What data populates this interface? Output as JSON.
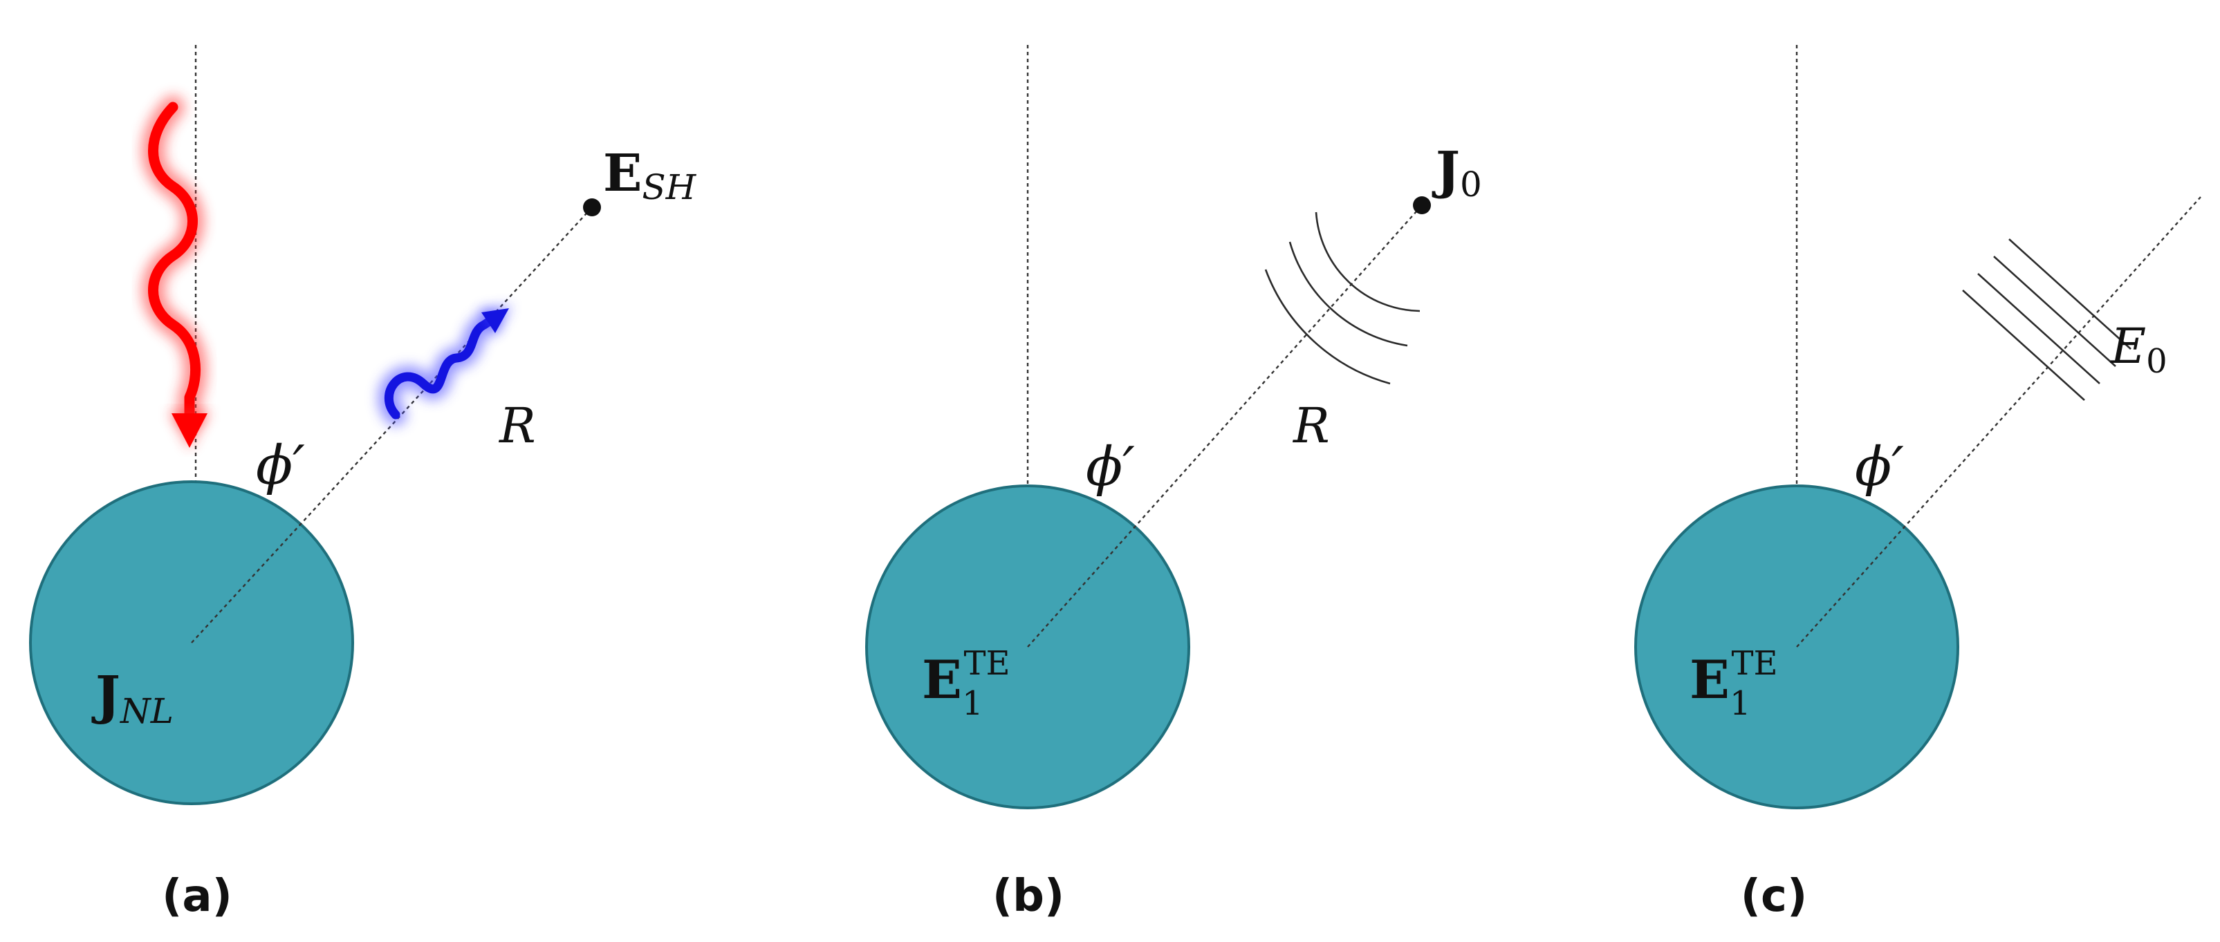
{
  "colors": {
    "sphere": "#40a3b3",
    "sphere_outline": "#1f6f7c",
    "fundamental_wave": "#ff0000",
    "second_harmonic_wave": "#1414e0",
    "text": "#111111"
  },
  "panels": [
    {
      "id": "a",
      "caption": "(a)",
      "sphere_label_main": "J",
      "sphere_label_sub": "NL",
      "angle_label": "ϕ′",
      "distance_label": "R",
      "point_label_main": "E",
      "point_label_sub": "SH",
      "incident_wave": "red-wavy-arrow-icon",
      "scattered_wave": "blue-wavy-arrow-icon"
    },
    {
      "id": "b",
      "caption": "(b)",
      "sphere_label_main": "E",
      "sphere_label_sub": "1",
      "sphere_label_sup": "TE",
      "angle_label": "ϕ′",
      "distance_label": "R",
      "point_label_main": "J",
      "point_label_sub": "0",
      "emitter": "spherical-wavefront-arcs-icon"
    },
    {
      "id": "c",
      "caption": "(c)",
      "sphere_label_main": "E",
      "sphere_label_sub": "1",
      "sphere_label_sup": "TE",
      "angle_label": "ϕ′",
      "field_label_main": "E",
      "field_label_sub": "0",
      "emitter": "plane-wavefront-lines-icon"
    }
  ]
}
